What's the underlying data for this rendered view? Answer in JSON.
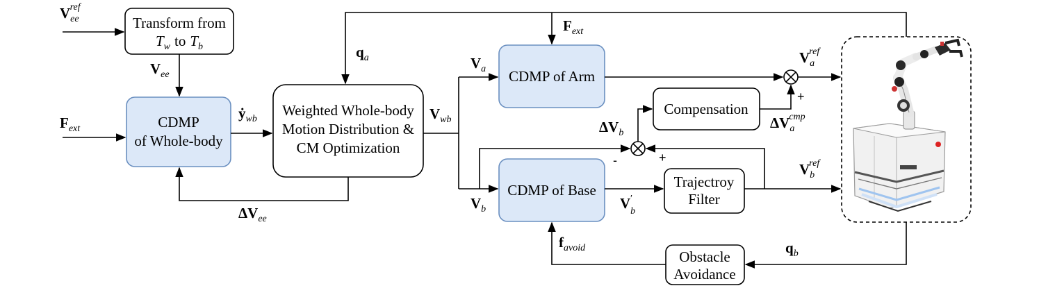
{
  "boxes": {
    "transform": {
      "line1": "Transform from",
      "t_w": "T",
      "t_w_sub": "w",
      "to": "to",
      "t_b": "T",
      "t_b_sub": "b"
    },
    "cdmp_whole": {
      "line1": "CDMP",
      "line2": "of Whole-body"
    },
    "weighted": {
      "line1": "Weighted Whole-body",
      "line2": "Motion Distribution &",
      "line3": "CM Optimization"
    },
    "cdmp_arm": {
      "text": "CDMP of Arm"
    },
    "compensation": {
      "text": "Compensation"
    },
    "cdmp_base": {
      "text": "CDMP of Base"
    },
    "traj_filter": {
      "line1": "Trajectroy",
      "line2": "Filter"
    },
    "obstacle": {
      "line1": "Obstacle",
      "line2": "Avoidance"
    }
  },
  "signals": {
    "v_ee_ref": {
      "main": "V",
      "sub": "ee",
      "sup": "ref"
    },
    "v_ee": {
      "main": "V",
      "sub": "ee"
    },
    "f_ext_left": {
      "main": "F",
      "sub": "ext"
    },
    "y_wb": {
      "main": "ẏ",
      "sub": "wb"
    },
    "delta_v_ee": {
      "main": "ΔV",
      "sub": "ee"
    },
    "q_a": {
      "main": "q",
      "sub": "a"
    },
    "f_ext_top": {
      "main": "F",
      "sub": "ext"
    },
    "v_wb": {
      "main": "V",
      "sub": "wb"
    },
    "v_a": {
      "main": "V",
      "sub": "a"
    },
    "v_a_ref": {
      "main": "V",
      "sub": "a",
      "sup": "ref"
    },
    "delta_v_b": {
      "main": "ΔV",
      "sub": "b"
    },
    "delta_v_a_cmp": {
      "main": "ΔV",
      "sub": "a",
      "sup": "cmp"
    },
    "v_b": {
      "main": "V",
      "sub": "b"
    },
    "v_b_prime": {
      "main": "V",
      "sub": "b",
      "sup": "′"
    },
    "v_b_ref": {
      "main": "V",
      "sub": "b",
      "sup": "ref"
    },
    "f_avoid": {
      "main": "f",
      "sub": "avoid"
    },
    "q_b": {
      "main": "q",
      "sub": "b"
    }
  },
  "signs": {
    "plus_arm": "+",
    "minus_base": "-",
    "plus_base": "+"
  },
  "colors": {
    "blue_fill": "#dce8f8",
    "blue_stroke": "#6a8fc0",
    "line": "#000000"
  }
}
